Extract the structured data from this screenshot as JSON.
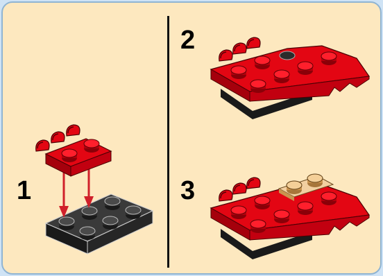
{
  "steps": [
    {
      "number": "1"
    },
    {
      "number": "2"
    },
    {
      "number": "3"
    }
  ],
  "colors": {
    "background": "#fde8bf",
    "border": "#8fb4d3",
    "red": "#e30613",
    "dark_red": "#8a0008",
    "black_plate": "#3a3a3a",
    "tan_plate": "#f2cfa0",
    "arrow": "#d0202a"
  }
}
